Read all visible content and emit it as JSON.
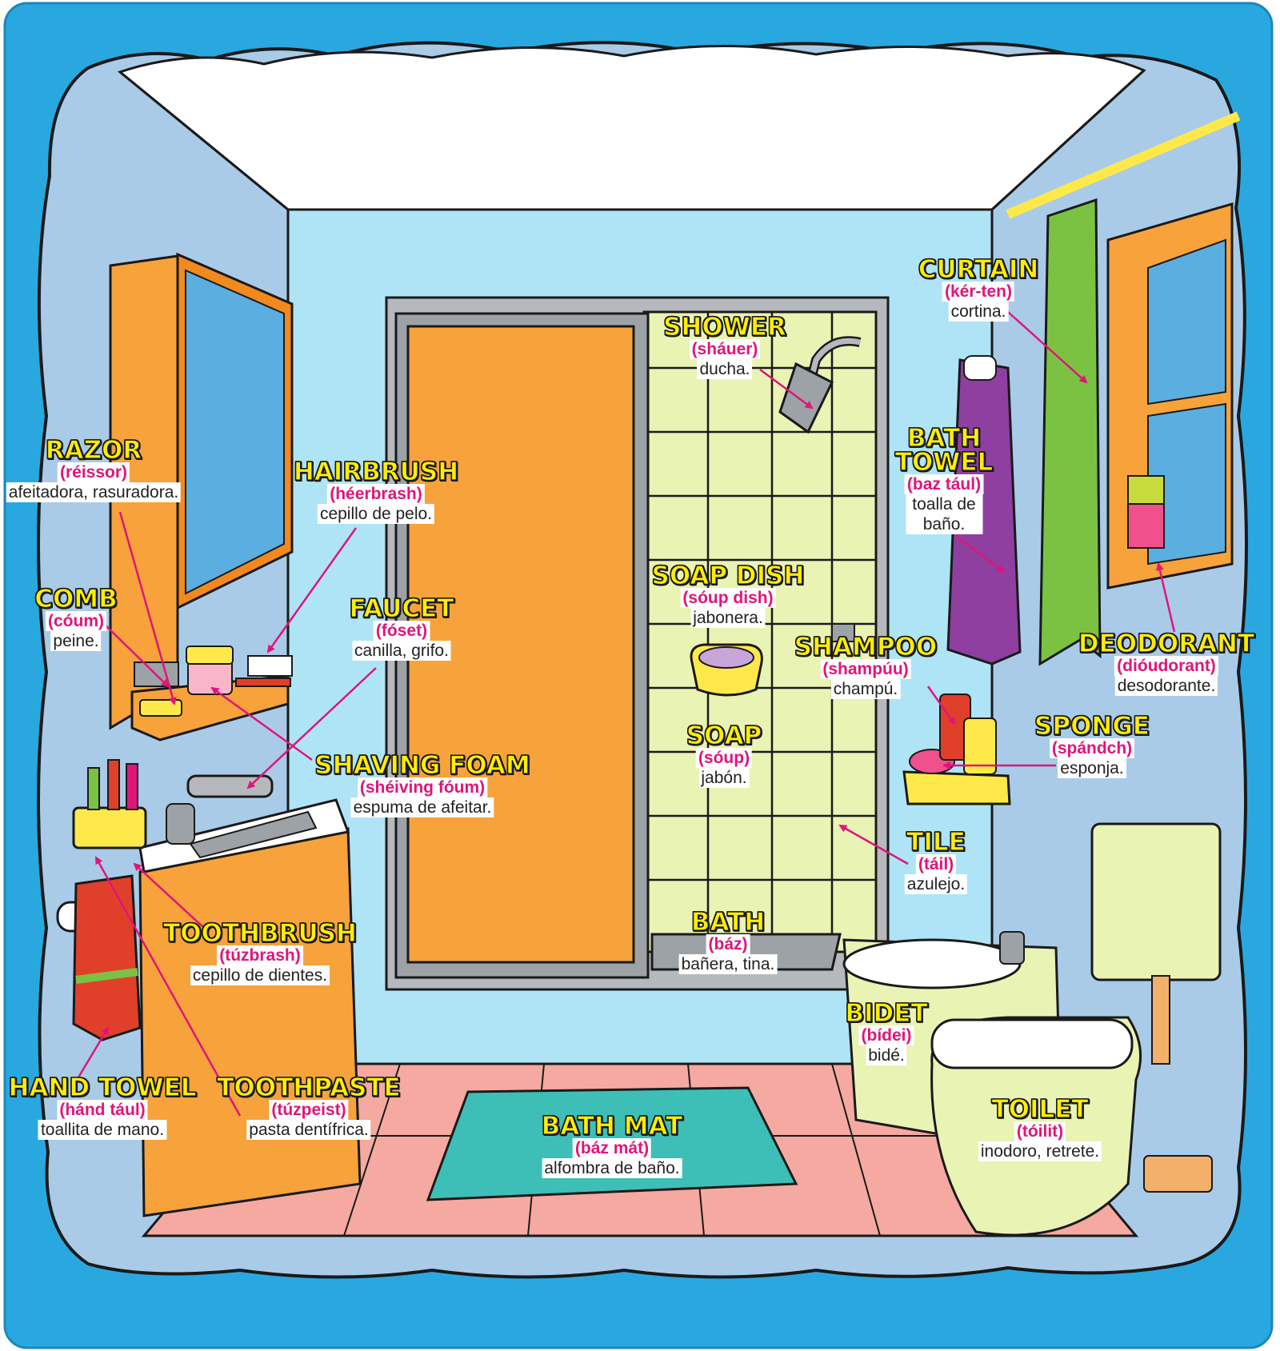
{
  "colors": {
    "frame": "#29a8e0",
    "wall": "#aee4f6",
    "side_wall": "#a9cbe8",
    "ceiling": "#ffffff",
    "floor": "#f5a9a0",
    "wood": "#f7a23b",
    "tile": "#e9f3b4",
    "curtain": "#7cc242",
    "towel": "#8e3fa0",
    "bath_mat": "#3dbfb8",
    "label_en": "#ffee00",
    "label_phonetic": "#e0157a",
    "arrow": "#e0157a"
  },
  "labels": [
    {
      "id": "razor",
      "en": "RAZOR",
      "ph": "(réissor)",
      "es": "afeitadora, rasuradora."
    },
    {
      "id": "hairbrush",
      "en": "HAIRBRUSH",
      "ph": "(héerbrash)",
      "es": "cepillo de pelo."
    },
    {
      "id": "comb",
      "en": "COMB",
      "ph": "(cóum)",
      "es": "peine."
    },
    {
      "id": "faucet",
      "en": "FAUCET",
      "ph": "(fóset)",
      "es": "canilla, grifo."
    },
    {
      "id": "shaving-foam",
      "en": "SHAVING FOAM",
      "ph": "(shéiving fóum)",
      "es": "espuma de afeitar."
    },
    {
      "id": "shower",
      "en": "SHOWER",
      "ph": "(sháuer)",
      "es": "ducha."
    },
    {
      "id": "soap-dish",
      "en": "SOAP DISH",
      "ph": "(sóup dish)",
      "es": "jabonera."
    },
    {
      "id": "soap",
      "en": "SOAP",
      "ph": "(sóup)",
      "es": "jabón."
    },
    {
      "id": "curtain",
      "en": "CURTAIN",
      "ph": "(kér-ten)",
      "es": "cortina."
    },
    {
      "id": "bath-towel",
      "en": "BATH TOWEL",
      "ph": "(baz tául)",
      "es": "toalla de baño."
    },
    {
      "id": "shampoo",
      "en": "SHAMPOO",
      "ph": "(shampúu)",
      "es": "champú."
    },
    {
      "id": "deodorant",
      "en": "DEODORANT",
      "ph": "(dióudorant)",
      "es": "desodorante."
    },
    {
      "id": "sponge",
      "en": "SPONGE",
      "ph": "(spándch)",
      "es": "esponja."
    },
    {
      "id": "tile",
      "en": "TILE",
      "ph": "(táil)",
      "es": "azulejo."
    },
    {
      "id": "bath",
      "en": "BATH",
      "ph": "(báz)",
      "es": "bañera, tina."
    },
    {
      "id": "toothbrush",
      "en": "TOOTHBRUSH",
      "ph": "(túzbrash)",
      "es": "cepillo de dientes."
    },
    {
      "id": "bidet",
      "en": "BIDET",
      "ph": "(bídei)",
      "es": "bidé."
    },
    {
      "id": "hand-towel",
      "en": "HAND TOWEL",
      "ph": "(hánd tául)",
      "es": "toallita de mano."
    },
    {
      "id": "toothpaste",
      "en": "TOOTHPASTE",
      "ph": "(túzpeist)",
      "es": "pasta dentífrica."
    },
    {
      "id": "bath-mat",
      "en": "BATH MAT",
      "ph": "(báz mát)",
      "es": "alfombra de baño."
    },
    {
      "id": "toilet",
      "en": "TOILET",
      "ph": "(tóilit)",
      "es": "inodoro, retrete."
    }
  ]
}
